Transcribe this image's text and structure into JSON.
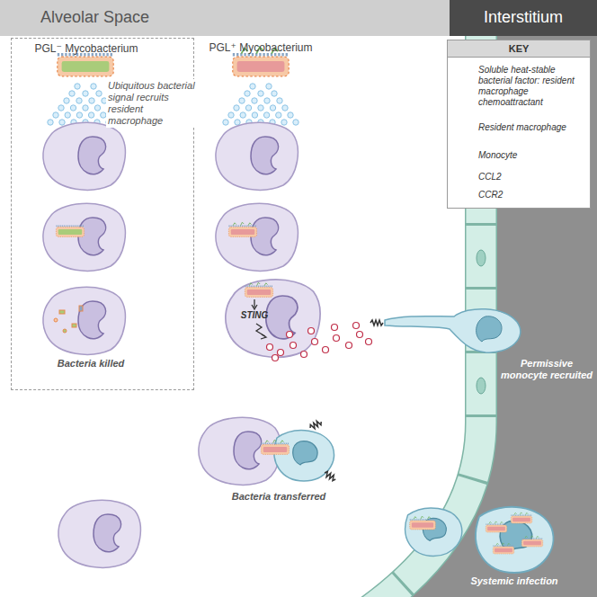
{
  "diagram": {
    "nodes": [
      {
        "text": [
          "Alveolar Space"
        ]
      },
      {
        "text": [
          "Interstitium"
        ]
      },
      {
        "text": [
          "PGL⁻ Mycobacterium",
          "Bacteria killed"
        ]
      },
      {
        "text": [
          "KEY"
        ]
      }
    ],
    "labels": [
      "Ubiquitous bacterial signal recruits resident macrophage",
      "PGL⁺ Mycobacterium",
      "STING",
      "Permissive monocyte recruited",
      "Bacteria transferred",
      "Systemic infection"
    ],
    "legend": [
      {
        "text": "Soluble heat-stable bacterial factor: resident macrophage chemoattractant"
      },
      {
        "text": "Resident macrophage"
      },
      {
        "text": "Monocyte"
      },
      {
        "text": "CCL2"
      },
      {
        "text": "CCR2"
      }
    ]
  }
}
